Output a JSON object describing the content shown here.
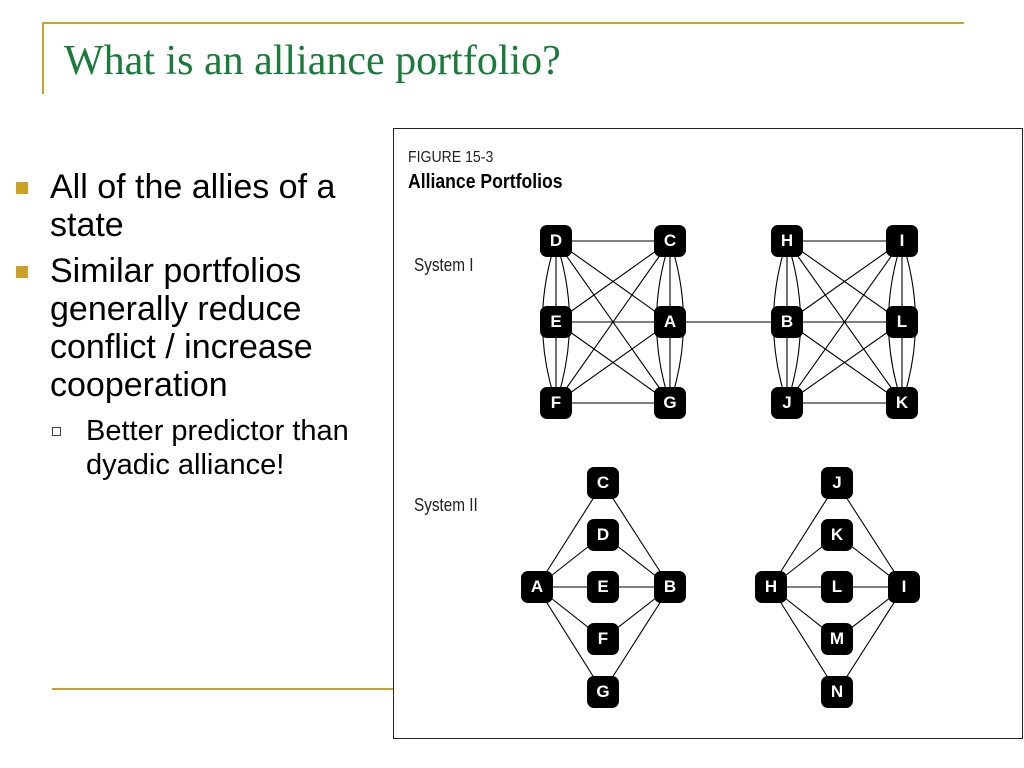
{
  "slide": {
    "title": "What is an alliance portfolio?",
    "bullets": [
      {
        "text": "All of the allies of a state"
      },
      {
        "text": "Similar portfolios generally reduce conflict / increase cooperation"
      }
    ],
    "sub_bullets": [
      {
        "text": "Better predictor than dyadic alliance!"
      }
    ]
  },
  "figure": {
    "label": "FIGURE 15-3",
    "title": "Alliance Portfolios",
    "systems": [
      {
        "label": "System I",
        "nodes": [
          {
            "id": "D"
          },
          {
            "id": "C"
          },
          {
            "id": "E"
          },
          {
            "id": "A"
          },
          {
            "id": "F"
          },
          {
            "id": "G"
          },
          {
            "id": "H"
          },
          {
            "id": "I"
          },
          {
            "id": "B"
          },
          {
            "id": "L"
          },
          {
            "id": "J"
          },
          {
            "id": "K"
          }
        ]
      },
      {
        "label": "System II",
        "nodes": [
          {
            "id": "C"
          },
          {
            "id": "D"
          },
          {
            "id": "A"
          },
          {
            "id": "E"
          },
          {
            "id": "B"
          },
          {
            "id": "F"
          },
          {
            "id": "G"
          },
          {
            "id": "J"
          },
          {
            "id": "K"
          },
          {
            "id": "H"
          },
          {
            "id": "L"
          },
          {
            "id": "I"
          },
          {
            "id": "M"
          },
          {
            "id": "N"
          }
        ]
      }
    ]
  },
  "colors": {
    "title": "#1a7a3a",
    "accent": "#c9a227"
  }
}
